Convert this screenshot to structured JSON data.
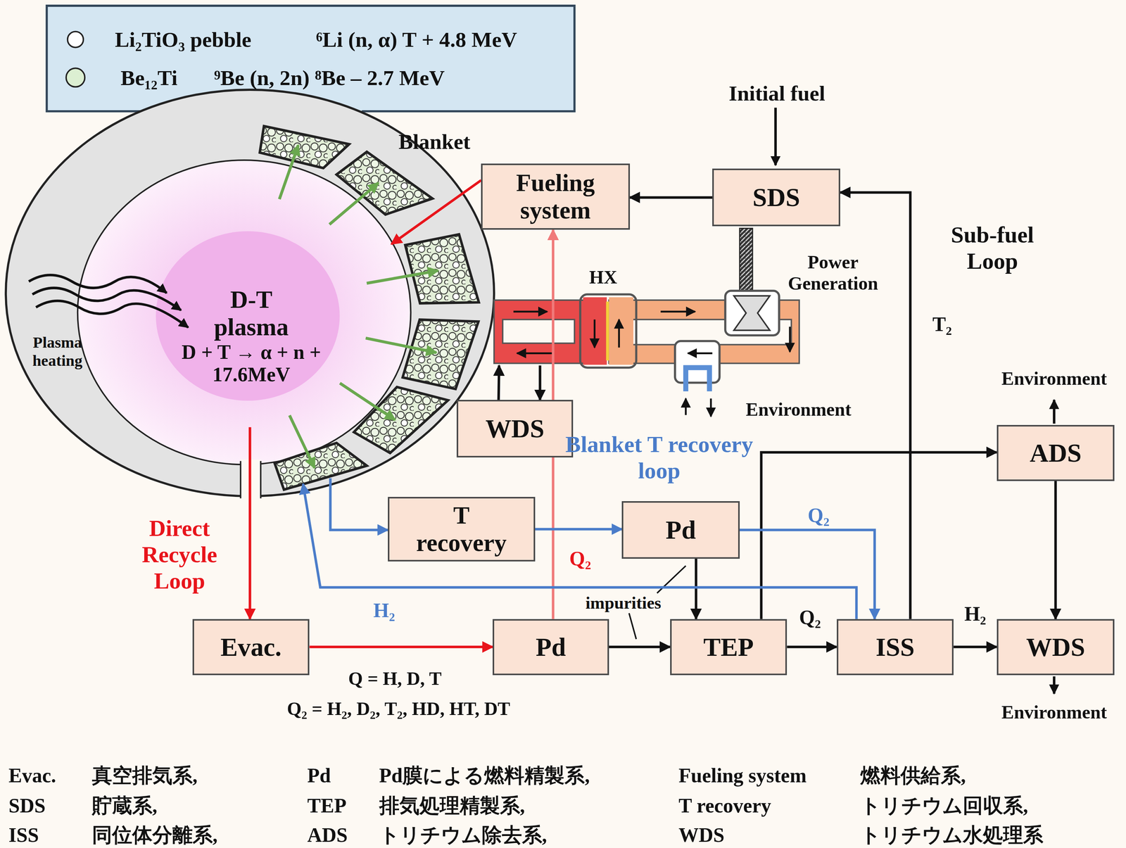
{
  "diagram": {
    "nodes": [
      {
        "text": [
          "Li₂TiO₃ pebble",
          "⁶Li (n, α) T + 4.8 MeV",
          "Be₁₂Ti",
          "⁹Be (n, 2n) ⁸Be – 2.7 MeV"
        ]
      },
      {
        "text": [
          "Blanket"
        ]
      },
      {
        "text": [
          "D-T plasma",
          "D + T → α + n + 17.6MeV"
        ],
        "in": 1
      },
      {
        "text": [
          "Fueling system"
        ]
      },
      {
        "text": [
          "SDS"
        ]
      },
      {
        "text": [
          "WDS"
        ]
      },
      {
        "text": [
          "T recovery"
        ]
      },
      {
        "text": [
          "Pd"
        ]
      },
      {
        "text": [
          "Evac."
        ]
      },
      {
        "text": [
          "Pd"
        ]
      },
      {
        "text": [
          "TEP"
        ]
      },
      {
        "text": [
          "ISS"
        ]
      },
      {
        "text": [
          "ADS"
        ]
      },
      {
        "text": [
          "WDS"
        ]
      }
    ],
    "edges": [
      {
        "from": 4,
        "to": 3,
        "arrow": "to"
      },
      {
        "from": 3,
        "to": 1,
        "arrow": "to"
      },
      {
        "from": 1,
        "to": 8,
        "arrow": "to"
      },
      {
        "from": 8,
        "to": 9,
        "arrow": "to"
      },
      {
        "from": 9,
        "to": 3,
        "label": "Q₂",
        "arrow": "to"
      },
      {
        "from": 9,
        "to": 10,
        "arrow": "to"
      },
      {
        "from": 7,
        "to": 10,
        "arrow": "to"
      },
      {
        "from": 10,
        "to": 11,
        "label": "Q₂",
        "arrow": "to"
      },
      {
        "from": 10,
        "to": 12,
        "arrow": "to"
      },
      {
        "from": 11,
        "to": 13,
        "label": "H₂",
        "arrow": "to"
      },
      {
        "from": 11,
        "to": 4,
        "label": "T₂",
        "arrow": "to"
      },
      {
        "from": 12,
        "to": 13,
        "arrow": "to"
      },
      {
        "from": 1,
        "to": 6,
        "arrow": "to"
      },
      {
        "from": 6,
        "to": 7,
        "arrow": "to"
      },
      {
        "from": 7,
        "to": 11,
        "label": "Q₂",
        "arrow": "to"
      },
      {
        "from": 11,
        "to": 1,
        "label": "H₂",
        "arrow": "to"
      },
      {
        "from": 5,
        "to": 1,
        "arrow": "to"
      },
      {
        "from": 1,
        "to": 5,
        "arrow": "to"
      }
    ],
    "labels": [
      "Initial fuel",
      "Sub-fuel Loop",
      "Environment",
      "Environment",
      "Environment",
      "Blanket T recovery loop",
      "Direct Recycle Loop",
      "Plasma heating",
      "HX",
      "Power Generation",
      "impurities",
      "Q = H, D, T",
      "Q₂ = H₂, D₂, T₂, HD, HT, DT",
      "Evac.",
      "真空排気系,",
      "Pd",
      "Pd膜による燃料精製系,",
      "Fueling system",
      "燃料供給系,",
      "SDS",
      "貯蔵系,",
      "TEP",
      "排気処理精製系,",
      "T recovery",
      "トリチウム回収系,",
      "ISS",
      "同位体分離系,",
      "ADS",
      "トリチウム除去系,",
      "WDS",
      "トリチウム水処理系"
    ]
  }
}
